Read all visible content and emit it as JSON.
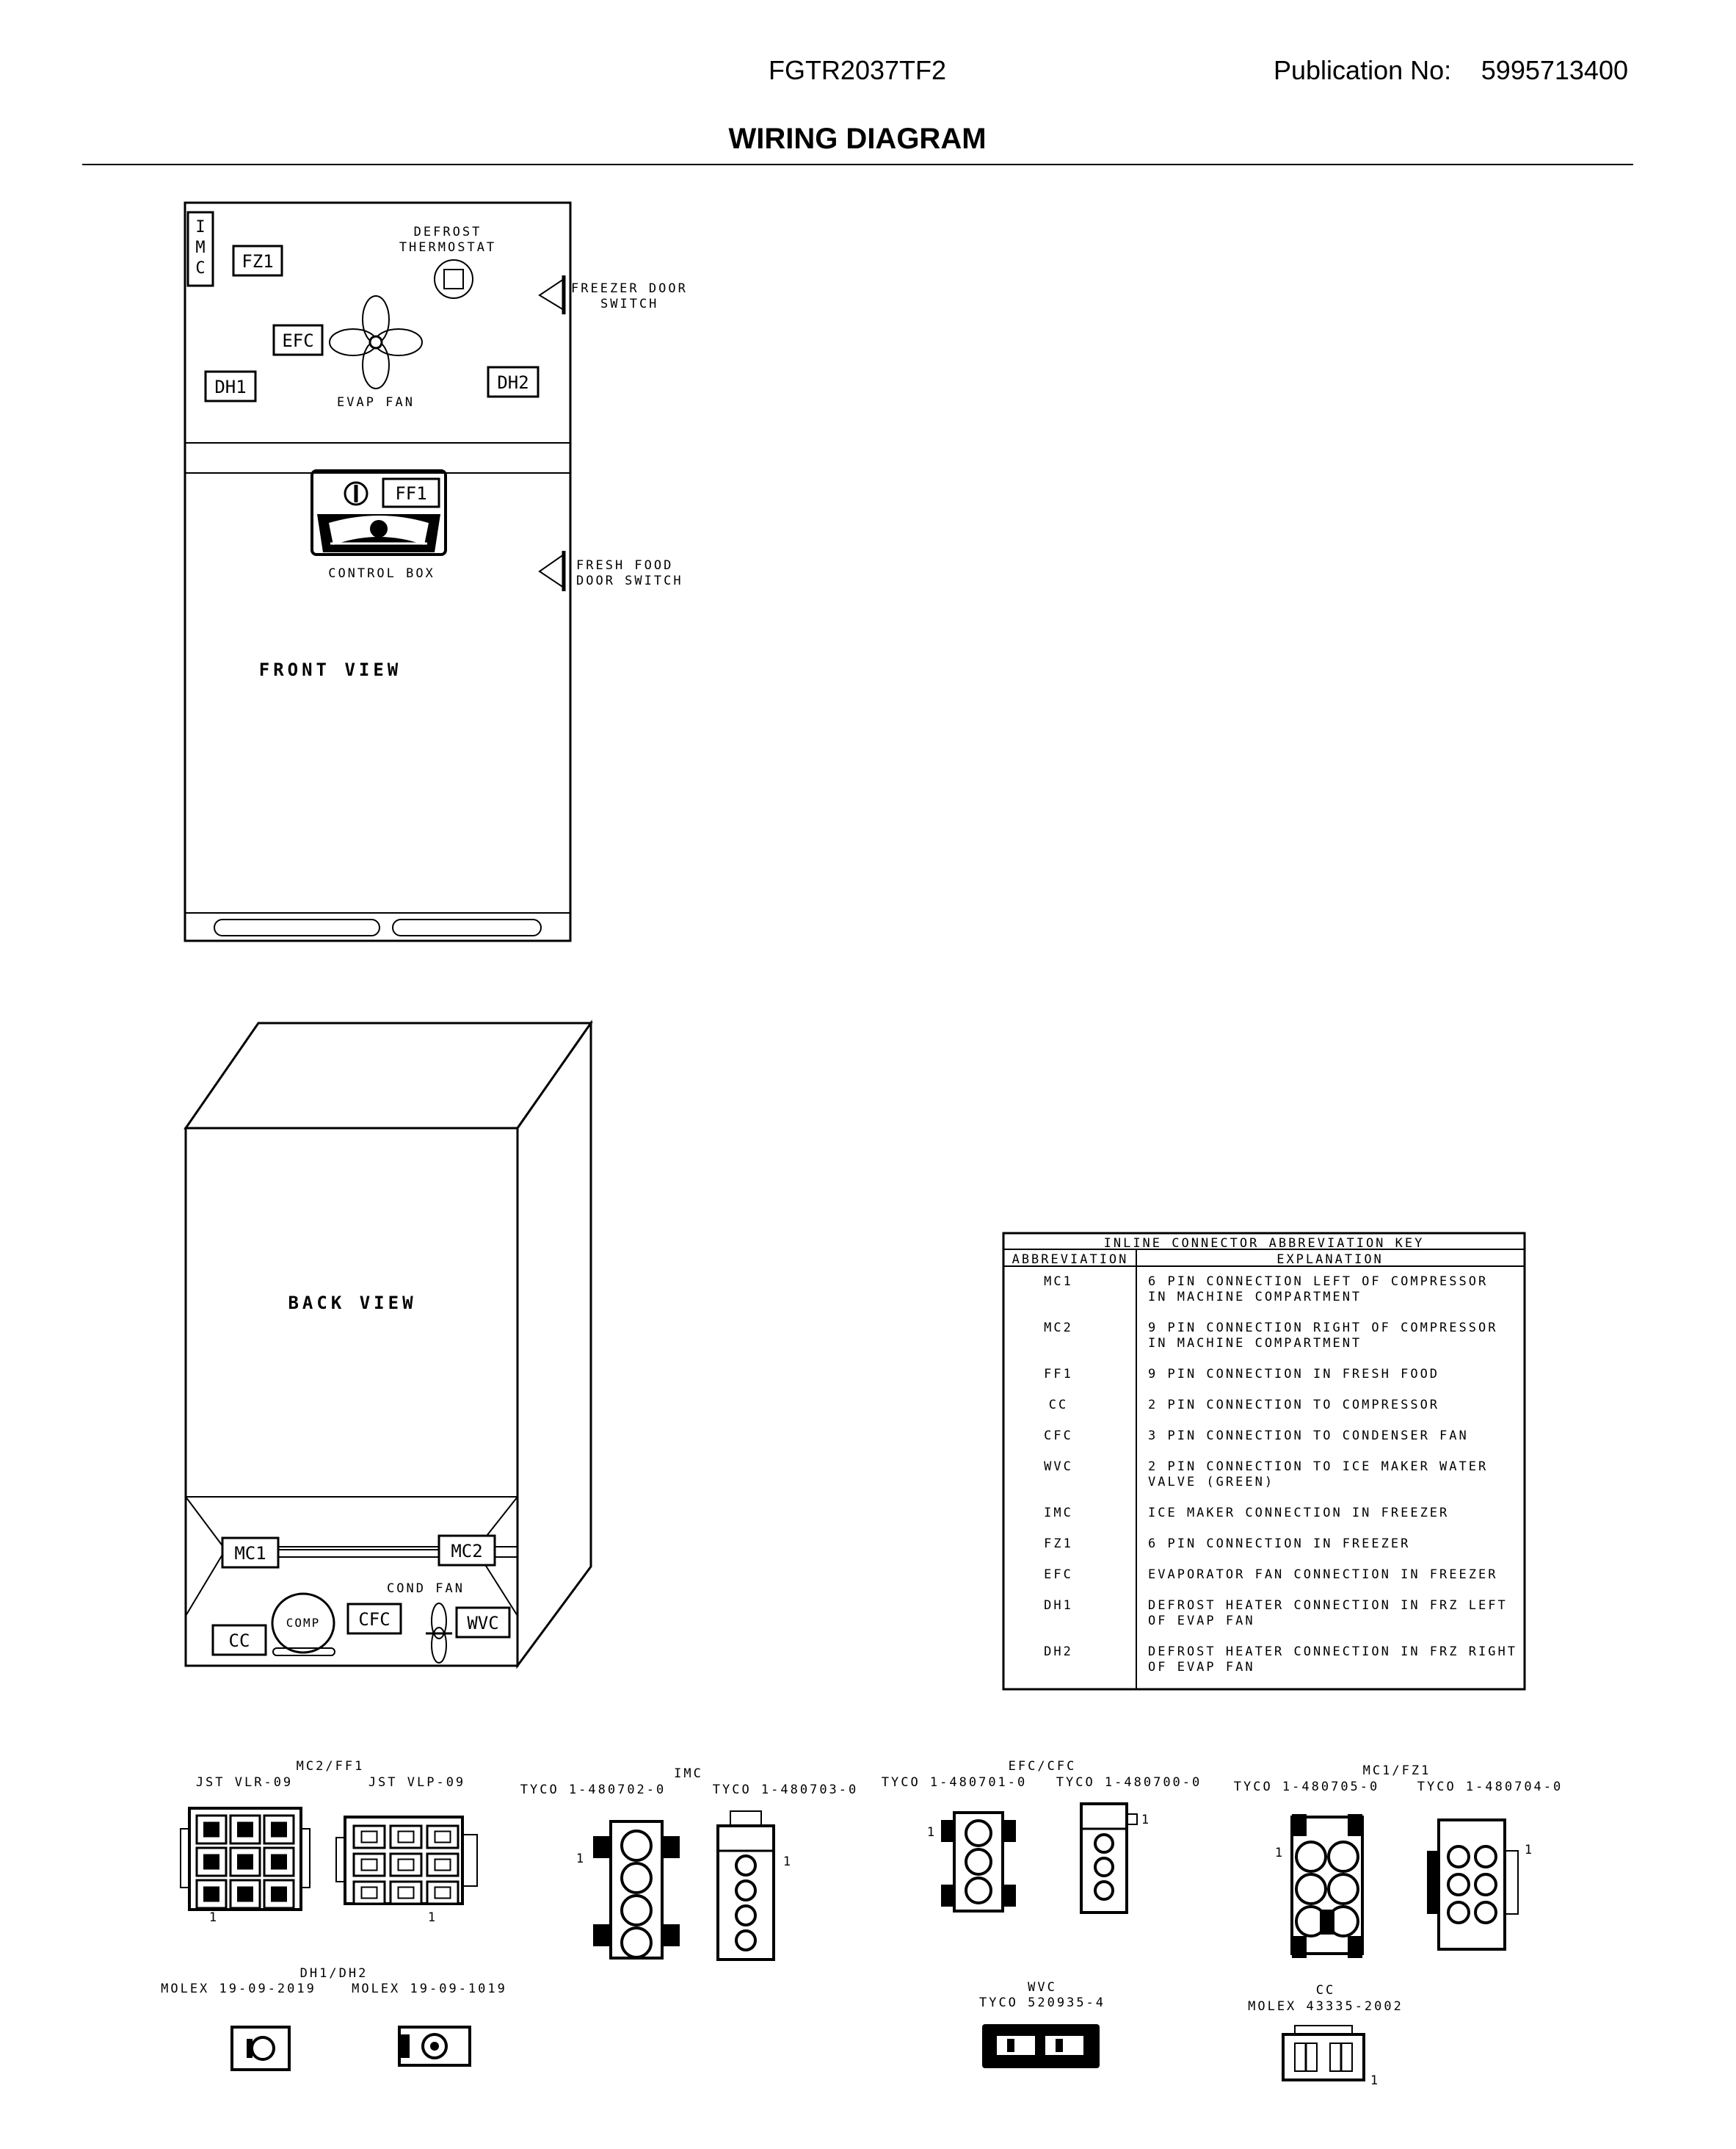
{
  "header": {
    "model": "FGTR2037TF2",
    "publication_label": "Publication No:",
    "publication_number": "5995713400",
    "title": "WIRING DIAGRAM"
  },
  "front_view": {
    "label": "FRONT VIEW",
    "imc_letters": [
      "I",
      "M",
      "C"
    ],
    "fz1": "FZ1",
    "efc": "EFC",
    "dh1": "DH1",
    "dh2": "DH2",
    "ff1": "FF1",
    "defrost_thermostat": [
      "DEFROST",
      "THERMOSTAT"
    ],
    "evap_fan": "EVAP FAN",
    "control_box": "CONTROL BOX",
    "freezer_door_switch": [
      "FREEZER DOOR",
      "SWITCH"
    ],
    "fresh_food_door_switch": [
      "FRESH FOOD",
      "DOOR SWITCH"
    ]
  },
  "back_view": {
    "label": "BACK VIEW",
    "mc1": "MC1",
    "mc2": "MC2",
    "cond_fan": "COND FAN",
    "comp": "COMP",
    "cfc": "CFC",
    "cc": "CC",
    "wvc": "WVC"
  },
  "key_table": {
    "title": "INLINE CONNECTOR ABBREVIATION KEY",
    "col_abbreviation": "ABBREVIATION",
    "col_explanation": "EXPLANATION",
    "rows": [
      {
        "abbr": "MC1",
        "lines": [
          "6 PIN CONNECTION LEFT OF COMPRESSOR",
          "IN MACHINE COMPARTMENT"
        ]
      },
      {
        "abbr": "MC2",
        "lines": [
          "9 PIN CONNECTION RIGHT OF COMPRESSOR",
          "IN MACHINE COMPARTMENT"
        ]
      },
      {
        "abbr": "FF1",
        "lines": [
          "9 PIN CONNECTION IN FRESH FOOD"
        ]
      },
      {
        "abbr": "CC",
        "lines": [
          "2 PIN CONNECTION TO COMPRESSOR"
        ]
      },
      {
        "abbr": "CFC",
        "lines": [
          "3 PIN CONNECTION TO CONDENSER FAN"
        ]
      },
      {
        "abbr": "WVC",
        "lines": [
          "2 PIN CONNECTION TO ICE MAKER WATER",
          "VALVE (GREEN)"
        ]
      },
      {
        "abbr": "IMC",
        "lines": [
          "ICE MAKER CONNECTION IN FREEZER"
        ]
      },
      {
        "abbr": "FZ1",
        "lines": [
          "6 PIN CONNECTION IN FREEZER"
        ]
      },
      {
        "abbr": "EFC",
        "lines": [
          "EVAPORATOR FAN CONNECTION IN FREEZER"
        ]
      },
      {
        "abbr": "DH1",
        "lines": [
          "DEFROST HEATER CONNECTION IN FRZ LEFT",
          "OF EVAP FAN"
        ]
      },
      {
        "abbr": "DH2",
        "lines": [
          "DEFROST HEATER CONNECTION IN FRZ RIGHT",
          "OF EVAP FAN"
        ]
      }
    ]
  },
  "connectors": {
    "mc2_ff1": {
      "title": "MC2/FF1",
      "left": "JST VLR-09",
      "right": "JST VLP-09",
      "pin": "1"
    },
    "imc": {
      "title": "IMC",
      "left": "TYCO 1-480702-0",
      "right": "TYCO 1-480703-0",
      "pin": "1"
    },
    "efc_cfc": {
      "title": "EFC/CFC",
      "left": "TYCO 1-480701-0",
      "right": "TYCO 1-480700-0",
      "pin": "1"
    },
    "mc1_fz1": {
      "title": "MC1/FZ1",
      "left": "TYCO 1-480705-0",
      "right": "TYCO 1-480704-0",
      "pin": "1"
    },
    "dh1_dh2": {
      "title": "DH1/DH2",
      "left": "MOLEX 19-09-2019",
      "right": "MOLEX 19-09-1019"
    },
    "wvc": {
      "title": "WVC",
      "part": "TYCO 520935-4"
    },
    "cc": {
      "title": "CC",
      "part": "MOLEX 43335-2002",
      "pin": "1"
    }
  }
}
